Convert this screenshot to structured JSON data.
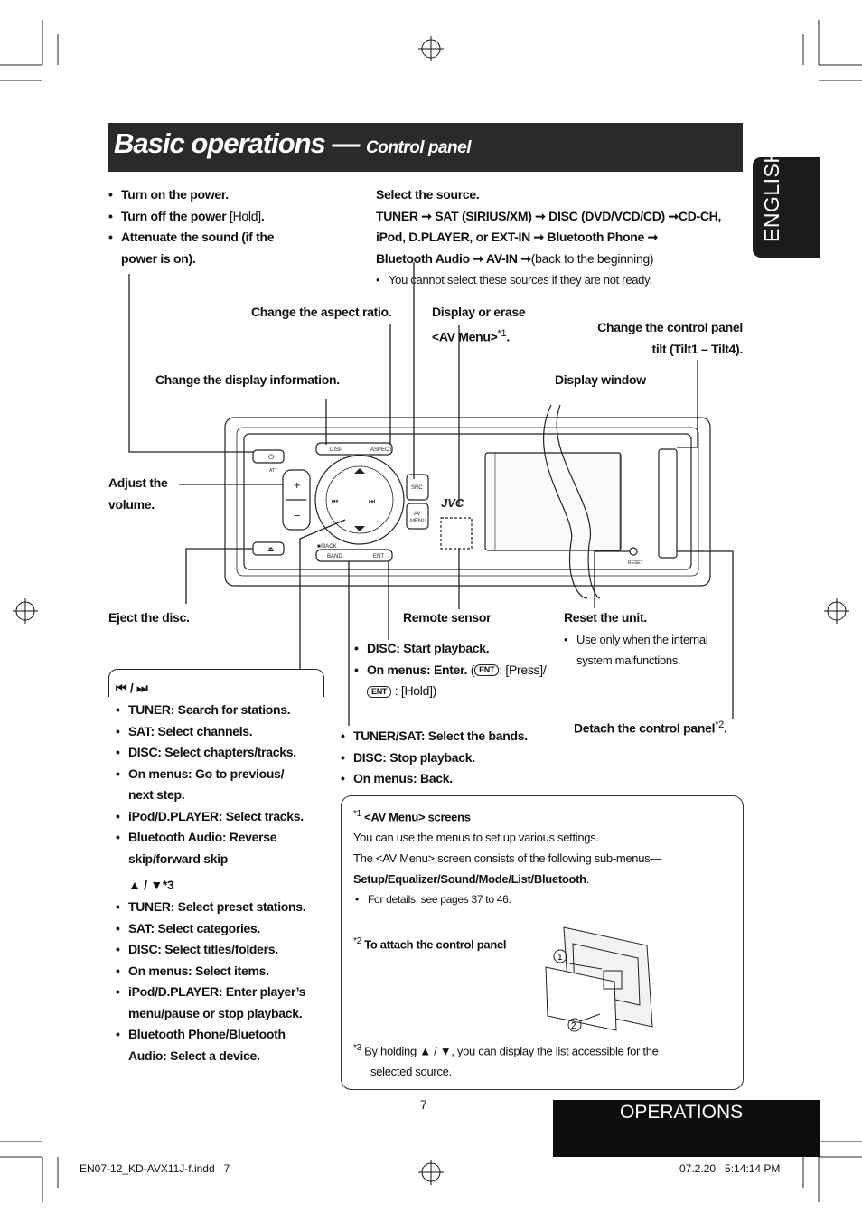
{
  "header": {
    "title_main": "Basic operations —",
    "title_sub": "Control panel"
  },
  "side_tab": {
    "label": "ENGLISH"
  },
  "bottom_tab": {
    "label": "OPERATIONS"
  },
  "page_number": "7",
  "footer": {
    "left": "EN07-12_KD-AVX11J-f.indd   7",
    "right": "07.2.20   5:14:14 PM"
  },
  "power": {
    "items": [
      "Turn on the power.",
      "Turn off the power",
      "Attenuate the sound (if the",
      "power is on)."
    ],
    "hold_suffix": "[Hold]"
  },
  "source": {
    "heading": "Select the source.",
    "line1": "TUNER ➞ SAT (SIRIUS/XM) ➞ DISC (DVD/VCD/CD) ➞CD-CH,",
    "line2": "iPod, D.PLAYER, or EXT-IN ➞ Bluetooth Phone ➞",
    "line3": "Bluetooth Audio ➞ AV-IN ➞",
    "line3_suffix": "(back to the beginning)",
    "note": "You cannot select these sources if they are not ready."
  },
  "callouts": {
    "aspect": "Change the aspect ratio.",
    "av_menu_1": "Display or erase",
    "av_menu_2": "<AV Menu>",
    "av_menu_note": "*1",
    "tilt_1": "Change the control panel",
    "tilt_2": "tilt (Tilt1 – Tilt4).",
    "display_info": "Change the display information.",
    "display_window": "Display window",
    "volume_1": "Adjust the",
    "volume_2": "volume.",
    "eject": "Eject the disc.",
    "remote": "Remote sensor",
    "reset": "Reset the unit.",
    "reset_note_1": "Use only when the internal",
    "reset_note_2": "system malfunctions.",
    "detach": "Detach the control panel",
    "detach_note": "*2"
  },
  "device_labels": {
    "disp": "DISP",
    "aspect": "ASPECT",
    "src": "SRC",
    "av_menu_top": "AV",
    "av_menu_bot": "MENU",
    "back": "■/BACK",
    "band": "BAND",
    "ent": "ENT",
    "brand": "JVC",
    "reset": "RESET",
    "att": "ATT"
  },
  "disc_enter": {
    "items": [
      "DISC: Start playback.",
      "On menus: Enter."
    ],
    "press": ": [Press]/",
    "hold": ": [Hold])",
    "ent_badge": "ENT"
  },
  "band_back": {
    "items": [
      "TUNER/SAT: Select the bands.",
      "DISC: Stop playback.",
      "On menus: Back."
    ]
  },
  "skip": {
    "heading": "⏮ / ⏭",
    "items": [
      "TUNER: Search for stations.",
      "SAT: Select channels.",
      "DISC: Select chapters/tracks.",
      "On menus: Go to previous/",
      "next step.",
      "iPod/D.PLAYER: Select tracks.",
      "Bluetooth Audio: Reverse",
      "skip/forward skip"
    ]
  },
  "updown": {
    "heading": "▲ / ▼*3",
    "items": [
      "TUNER: Select preset stations.",
      "SAT: Select categories.",
      "DISC: Select titles/folders.",
      "On menus: Select items.",
      "iPod/D.PLAYER: Enter player’s",
      "menu/pause or stop playback.",
      "Bluetooth Phone/Bluetooth",
      "Audio: Select a device."
    ]
  },
  "notes": {
    "n1_mark": "*1",
    "n1_title": "<AV Menu> screens",
    "n1_line1": "You can use the menus to set up various settings.",
    "n1_line2": "The <AV Menu> screen consists of the following sub-menus—",
    "n1_line3": "Setup/Equalizer/Sound/Mode/List/Bluetooth",
    "n1_bullet": "For details, see pages 37 to 46.",
    "n2_mark": "*2",
    "n2_title": "To attach the control panel",
    "n3_mark": "*3",
    "n3_line1": "By holding ▲ / ▼, you can display the list accessible for the",
    "n3_line2": "selected source.",
    "step1": "1",
    "step2": "2"
  },
  "colors": {
    "title_bar": "#2a2a2a",
    "tab": "#1b1b1b",
    "ink": "#111111"
  }
}
